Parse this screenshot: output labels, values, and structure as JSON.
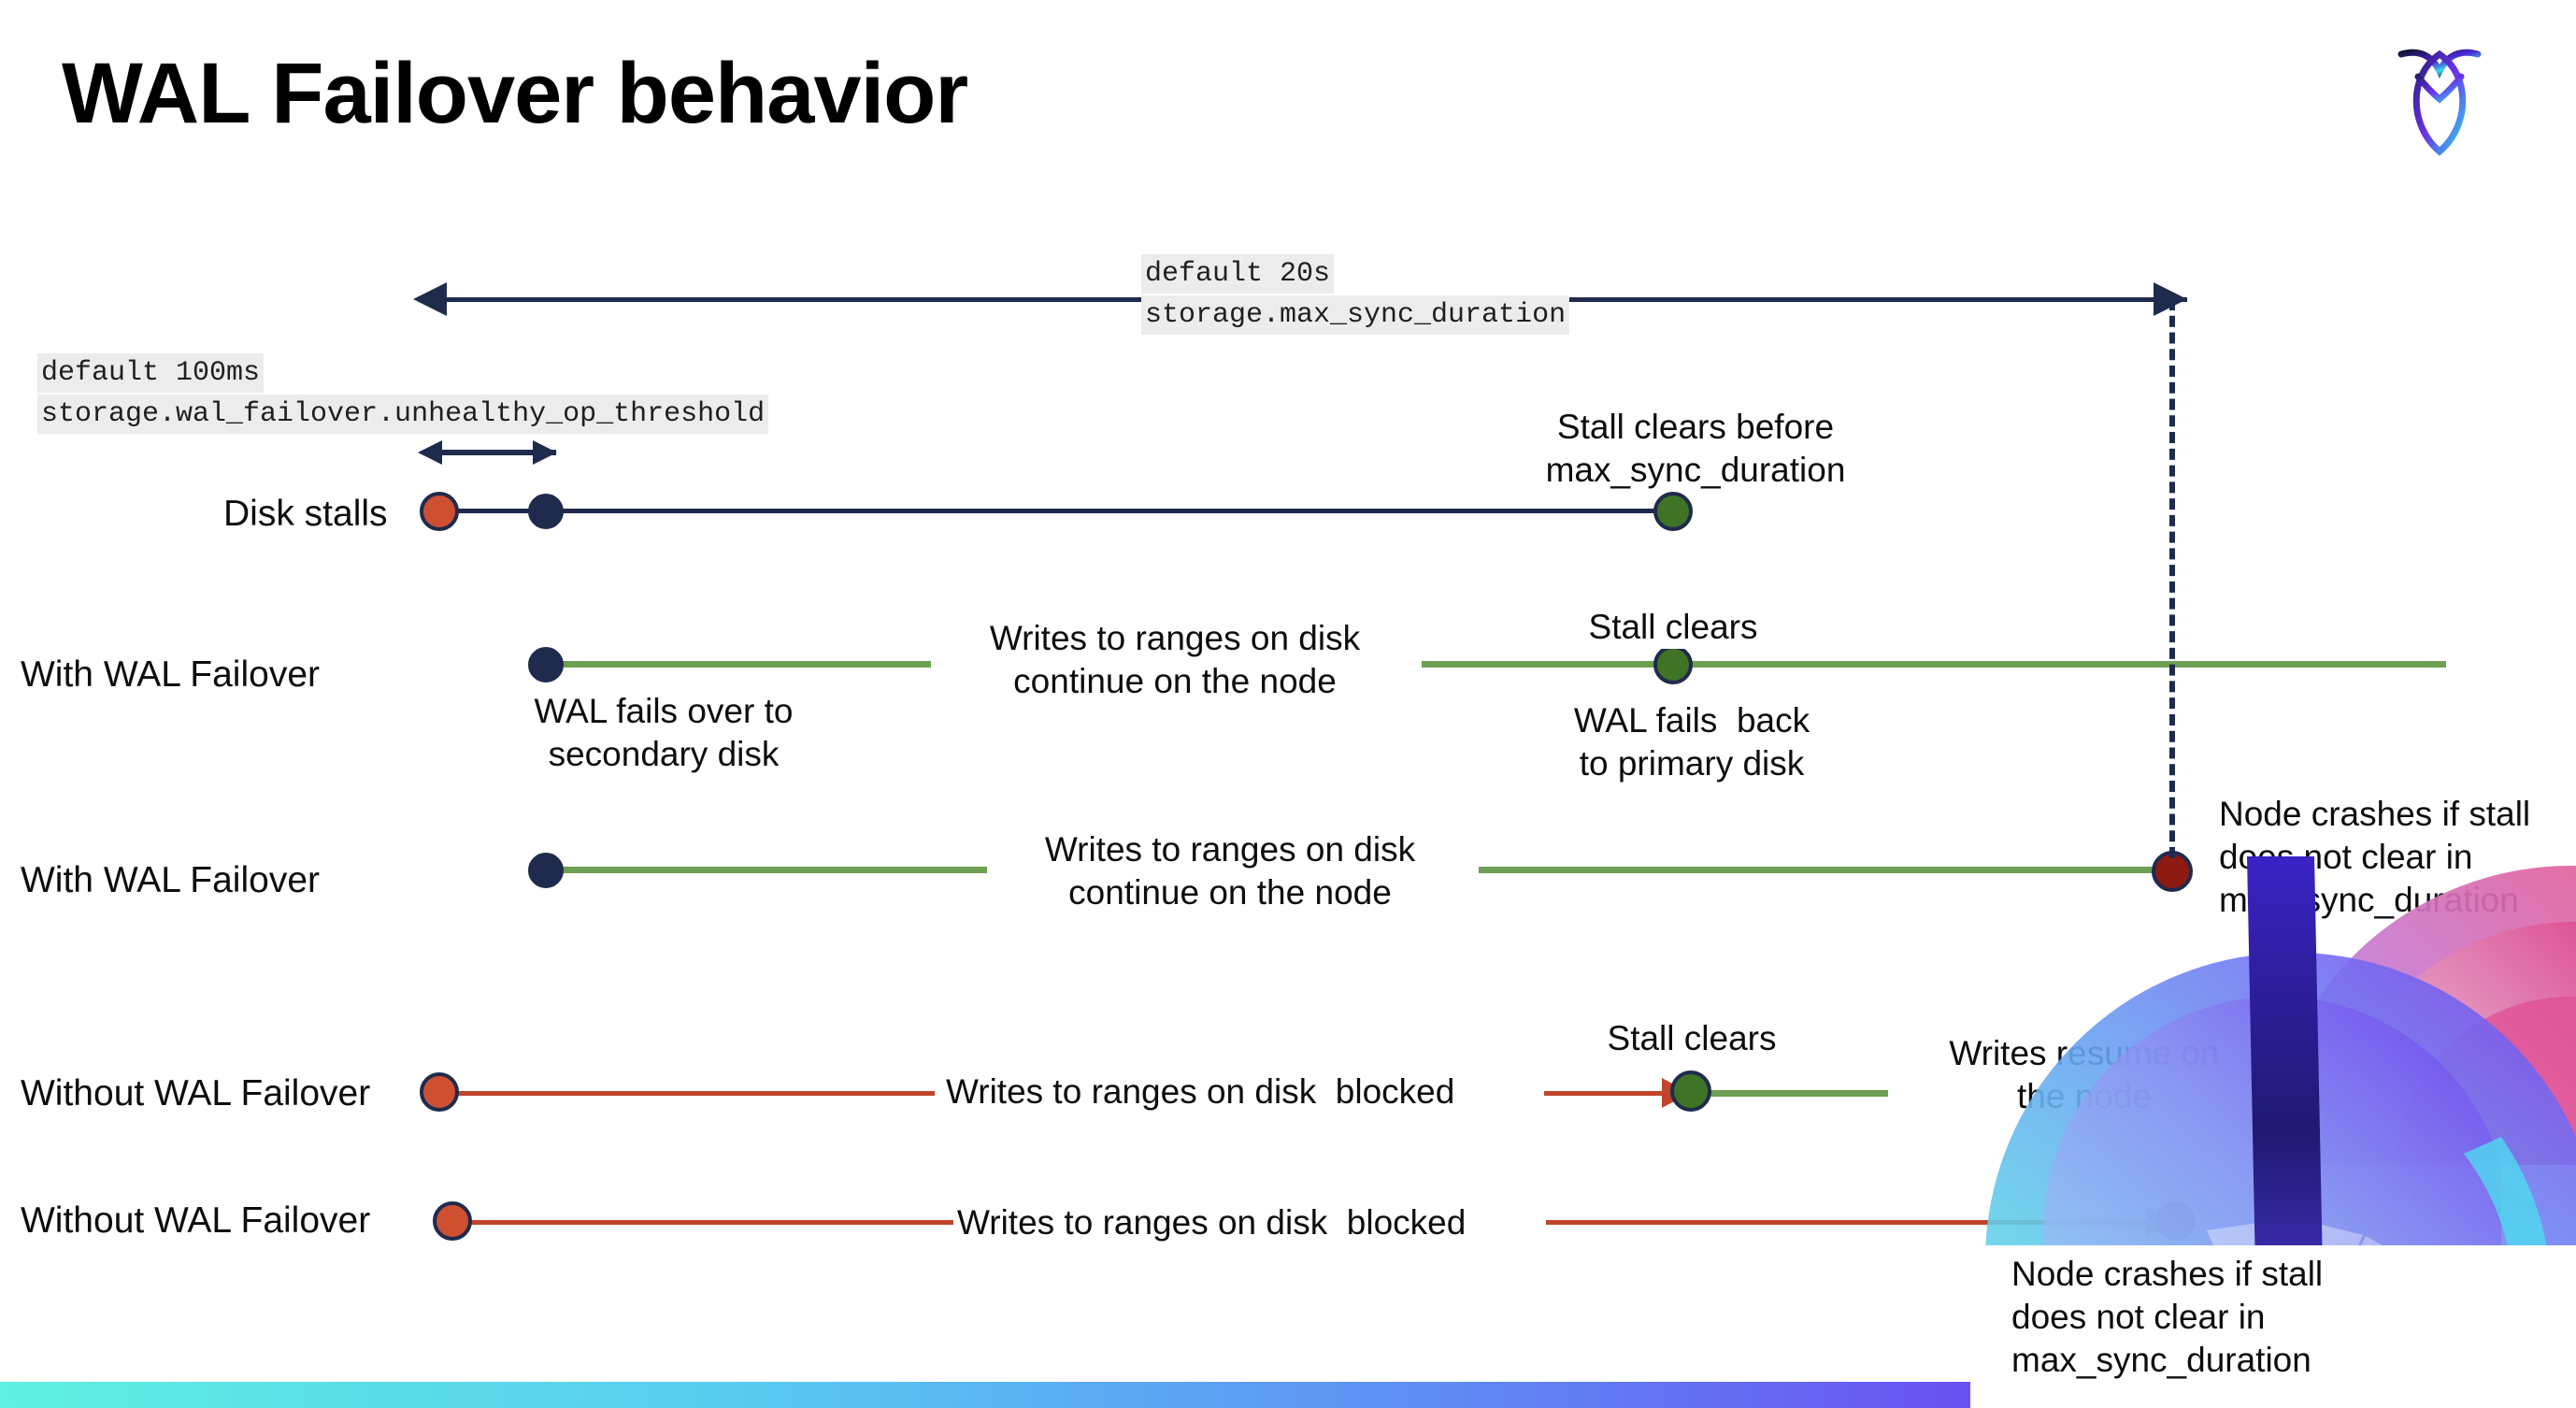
{
  "slide": {
    "title": "WAL Failover behavior",
    "logo_name": "cockroachdb-logo"
  },
  "settings": {
    "max_sync": {
      "default_label": "default 20s",
      "setting_name": "storage.max_sync_duration"
    },
    "unhealthy_op": {
      "default_label": "default 100ms",
      "setting_name": "storage.wal_failover.unhealthy_op_threshold"
    }
  },
  "rows": [
    {
      "label": "Disk stalls",
      "annotations": [
        "Stall clears before\nmax_sync_duration"
      ]
    },
    {
      "label": "With WAL Failover",
      "annotations": [
        "Writes to ranges on disk\ncontinue on the node",
        "Stall clears",
        "WAL fails over to\nsecondary disk",
        "WAL fails  back\nto primary disk"
      ]
    },
    {
      "label": "With WAL Failover",
      "annotations": [
        "Writes to ranges on disk\ncontinue on the node",
        "Node crashes if stall\ndoes not clear in\nmax_sync_duration"
      ]
    },
    {
      "label": "Without WAL Failover",
      "annotations": [
        "Writes to ranges on disk  blocked",
        "Stall clears",
        "Writes resume on\nthe node"
      ]
    },
    {
      "label": "Without WAL Failover",
      "annotations": [
        "Writes to ranges on disk  blocked",
        "Node crashes if stall\ndoes not clear in\nmax_sync_duration"
      ]
    }
  ],
  "text": {
    "disk_stalls_label": "Disk stalls",
    "with_wal_failover_1": "With WAL Failover",
    "with_wal_failover_2": "With WAL Failover",
    "without_wal_failover_1": "Without WAL Failover",
    "without_wal_failover_2": "Without WAL Failover",
    "stall_clears_before_1": "Stall clears before",
    "stall_clears_before_2": "max_sync_duration",
    "writes_continue_1a": "Writes to ranges on disk",
    "writes_continue_1b": "continue on the node",
    "stall_clears_r2": "Stall clears",
    "wal_fails_over_1": "WAL fails over to",
    "wal_fails_over_2": "secondary disk",
    "wal_fails_back_1": "WAL fails  back",
    "wal_fails_back_2": "to primary disk",
    "writes_continue_2a": "Writes to ranges on disk",
    "writes_continue_2b": "continue on the node",
    "node_crashes_r3_1": "Node crashes if stall",
    "node_crashes_r3_2": "does not clear in",
    "node_crashes_r3_3": "max_sync_duration",
    "writes_blocked_r4": "Writes to ranges on disk  blocked",
    "stall_clears_r4": "Stall clears",
    "writes_resume_1": "Writes resume on",
    "writes_resume_2": "the node",
    "writes_blocked_r5": "Writes to ranges on disk  blocked",
    "node_crashes_r5_1": "Node crashes if stall",
    "node_crashes_r5_2": "does not clear in",
    "node_crashes_r5_3": "max_sync_duration"
  },
  "colors": {
    "navy": "#1f2b4d",
    "green_line": "#6f9f52",
    "green_dot": "#3f7326",
    "orange_dot": "#cd5031",
    "orange_line": "#c0452a",
    "dark_red_dot": "#8d1a12",
    "code_bg": "#ececec",
    "background": "#ffffff"
  },
  "legend": {
    "marker_meanings": [
      {
        "marker": "orange-dot",
        "meaning": "stall begins"
      },
      {
        "marker": "navy-dot",
        "meaning": "failover triggered"
      },
      {
        "marker": "green-dot",
        "meaning": "stall clears"
      },
      {
        "marker": "dark-red-dot",
        "meaning": "node crashes"
      }
    ]
  }
}
